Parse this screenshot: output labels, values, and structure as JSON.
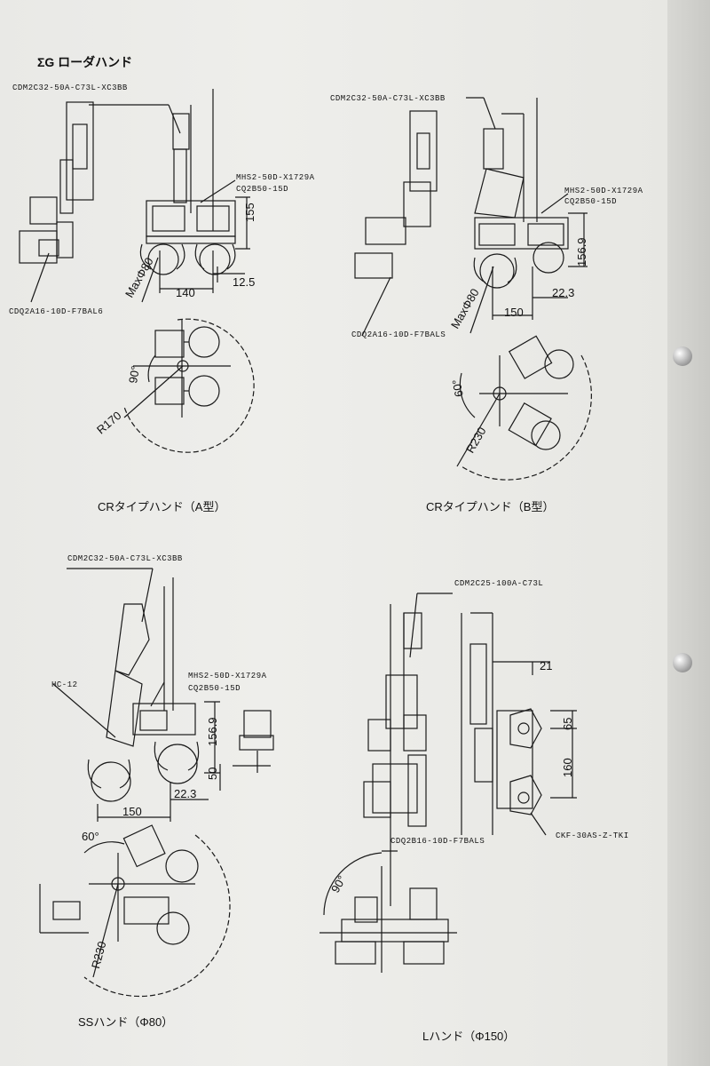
{
  "heading": "ΣG ローダハンド",
  "cr_a": {
    "part_top": "CDM2C32-50A-C73L-XC3BB",
    "part_gripper": "MHS2-50D-X1729A",
    "part_cyl": "CQ2B50-15D",
    "part_bottom": "CDQ2A16-10D-F7BAL6",
    "dim_155": "155",
    "dim_max": "MaxΦ80",
    "dim_140": "140",
    "dim_12_5": "12.5",
    "dim_angle": "90°",
    "dim_radius": "R170",
    "caption": "CRタイプハンド（A型）"
  },
  "cr_b": {
    "part_top": "CDM2C32-50A-C73L-XC3BB",
    "part_gripper": "MHS2-50D-X1729A",
    "part_cyl": "CQ2B50-15D",
    "part_bottom": "CDQ2A16-10D-F7BALS",
    "dim_156_9": "156.9",
    "dim_max": "MaxΦ80",
    "dim_150": "150",
    "dim_22_3": "22.3",
    "dim_angle": "60°",
    "dim_radius": "R230",
    "caption": "CRタイプハンド（B型）"
  },
  "ss": {
    "part_top": "CDM2C32-50A-C73L-XC3BB",
    "part_hc": "HC-12",
    "part_gripper": "MHS2-50D-X1729A",
    "part_cyl": "CQ2B50-15D",
    "dim_156_9": "156.9",
    "dim_50": "50",
    "dim_22_3": "22.3",
    "dim_150": "150",
    "dim_angle": "60°",
    "dim_radius": "R230",
    "caption": "SSハンド（Φ80）"
  },
  "l": {
    "part_top": "CDM2C25-100A-C73L",
    "dim_21": "21",
    "dim_65": "65",
    "dim_160": "160",
    "part_chuck": "CKF-30AS-Z-TKI",
    "part_bottom": "CDQ2B16-10D-F7BALS",
    "dim_angle": "90°",
    "caption": "Lハンド（Φ150）"
  }
}
